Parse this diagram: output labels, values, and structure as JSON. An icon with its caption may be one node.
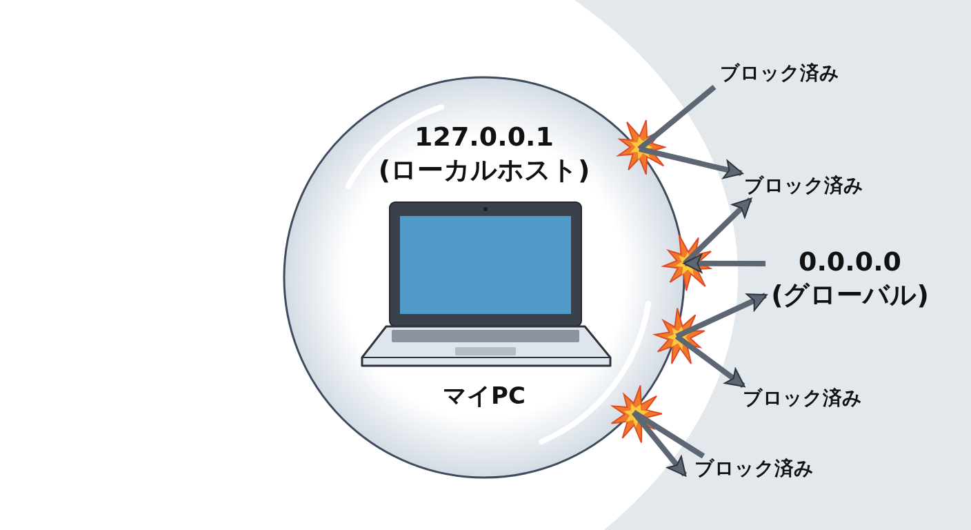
{
  "diagram": {
    "nodes": [
      {
        "text": [
          "127.0.0.1 (ローカルホスト)",
          "マイPC"
        ]
      },
      {
        "text": [
          "ブロック済み"
        ]
      },
      {
        "text": [
          "ブロック済み"
        ]
      },
      {
        "text": [
          "0.0.0.0 (グローバル)"
        ]
      },
      {
        "text": [
          "ブロック済み"
        ]
      },
      {
        "text": [
          "ブロック済み"
        ]
      }
    ],
    "edges": [
      {
        "from": 1,
        "to": 0,
        "arrow": "none"
      },
      {
        "from": 0,
        "to": 2,
        "arrow": "to"
      },
      {
        "from": 0,
        "to": 2,
        "arrow": "to"
      },
      {
        "from": 3,
        "to": 0,
        "arrow": "to"
      },
      {
        "from": 0,
        "to": 3,
        "arrow": "to"
      },
      {
        "from": 0,
        "to": 4,
        "arrow": "to"
      },
      {
        "from": 5,
        "to": 0,
        "arrow": "none"
      },
      {
        "from": 0,
        "to": 5,
        "arrow": "to"
      }
    ]
  }
}
